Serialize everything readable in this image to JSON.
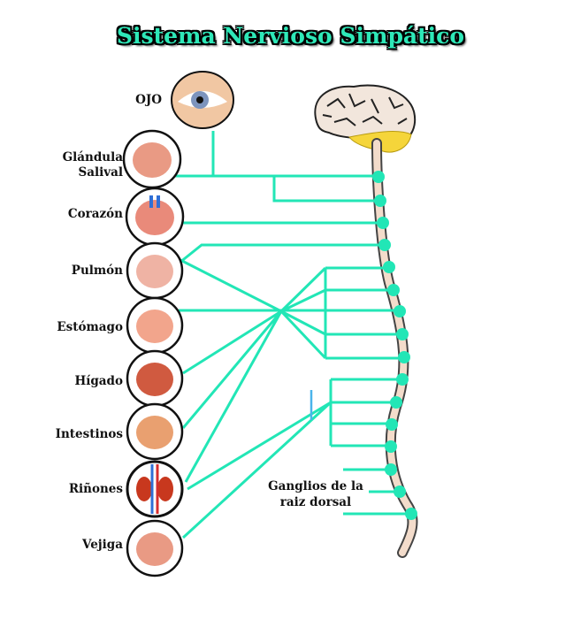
{
  "title": "Sistema Nervioso Simpático",
  "organs": [
    {
      "label": "OJO",
      "icon": "eye-icon"
    },
    {
      "label": "Glándula\nSalival",
      "icon": "salivary-gland-icon"
    },
    {
      "label": "Corazón",
      "icon": "heart-icon"
    },
    {
      "label": "Pulmón",
      "icon": "lung-icon"
    },
    {
      "label": "Estómago",
      "icon": "stomach-icon"
    },
    {
      "label": "Hígado",
      "icon": "liver-icon"
    },
    {
      "label": "Intestinos",
      "icon": "intestines-icon"
    },
    {
      "label": "Riñones",
      "icon": "kidneys-icon"
    },
    {
      "label": "Vejiga",
      "icon": "bladder-icon"
    }
  ],
  "ganglia_label": "Ganglios de la raiz dorsal",
  "colors": {
    "nerve": "#22e6b6",
    "spine": "#f3dccb",
    "brain_stem": "#f5d53a"
  }
}
